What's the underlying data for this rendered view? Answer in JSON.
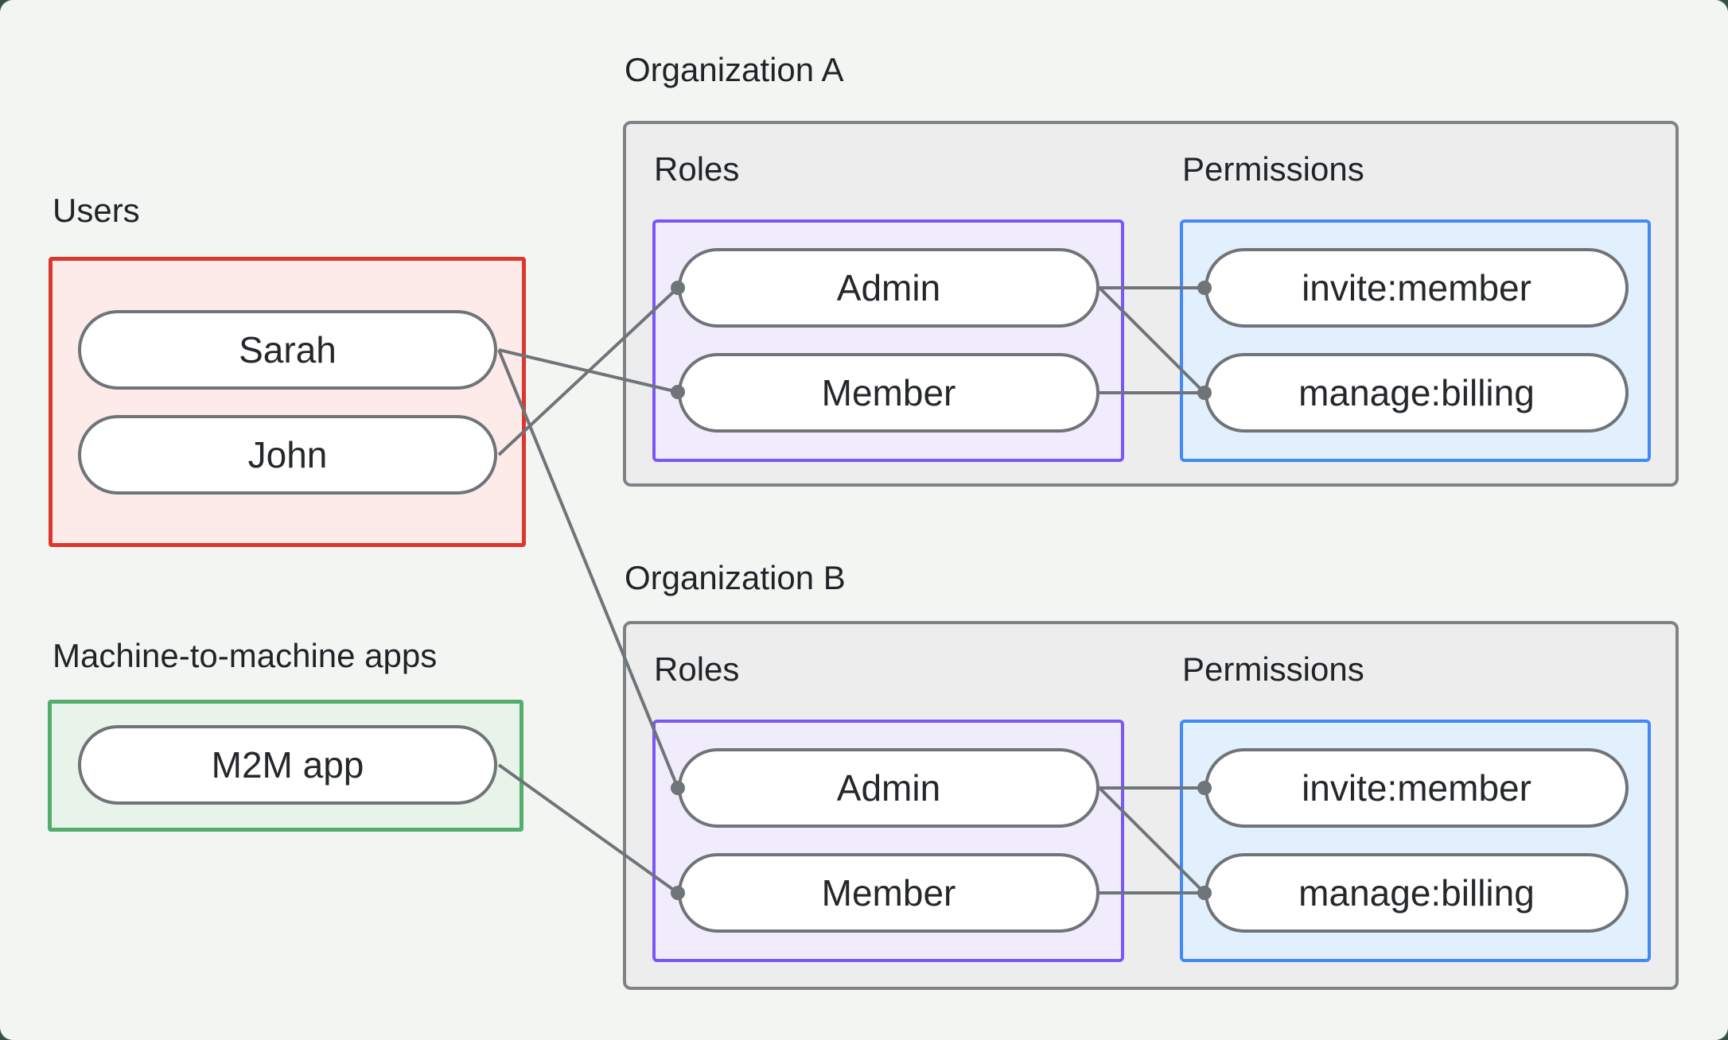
{
  "diagram": {
    "users": {
      "label": "Users",
      "items": [
        "Sarah",
        "John"
      ]
    },
    "m2m": {
      "label": "Machine-to-machine apps",
      "items": [
        "M2M app"
      ]
    },
    "org_a": {
      "title": "Organization A",
      "roles_label": "Roles",
      "permissions_label": "Permissions",
      "roles": [
        "Admin",
        "Member"
      ],
      "permissions": [
        "invite:member",
        "manage:billing"
      ]
    },
    "org_b": {
      "title": "Organization B",
      "roles_label": "Roles",
      "permissions_label": "Permissions",
      "roles": [
        "Admin",
        "Member"
      ],
      "permissions": [
        "invite:member",
        "manage:billing"
      ]
    },
    "connections": [
      {
        "from": "Sarah",
        "to": "Organization A / Member"
      },
      {
        "from": "John",
        "to": "Organization A / Admin"
      },
      {
        "from": "Sarah",
        "to": "Organization B / Admin"
      },
      {
        "from": "M2M app",
        "to": "Organization B / Member"
      },
      {
        "from": "Organization A / Admin",
        "to": "Organization A / invite:member"
      },
      {
        "from": "Organization A / Admin",
        "to": "Organization A / manage:billing"
      },
      {
        "from": "Organization A / Member",
        "to": "Organization A / manage:billing"
      },
      {
        "from": "Organization B / Admin",
        "to": "Organization B / invite:member"
      },
      {
        "from": "Organization B / Admin",
        "to": "Organization B / manage:billing"
      },
      {
        "from": "Organization B / Member",
        "to": "Organization B / manage:billing"
      }
    ]
  },
  "colors": {
    "outer_background": "#35543f",
    "panel_background": "#f3f5f2",
    "org_box_fill": "#ededed",
    "org_box_border": "#7e8285",
    "users_border": "#dc372c",
    "users_fill": "#fcebe8",
    "m2m_border": "#52ae6b",
    "m2m_fill": "#e8f4ea",
    "roles_border": "#7a56f6",
    "roles_fill": "#f1ecfc",
    "permissions_border": "#4089f7",
    "permissions_fill": "#e2effc",
    "pill_border": "#6f7478",
    "pill_fill": "#ffffff",
    "edge_line": "#6f7478",
    "text": "#1f2428"
  }
}
